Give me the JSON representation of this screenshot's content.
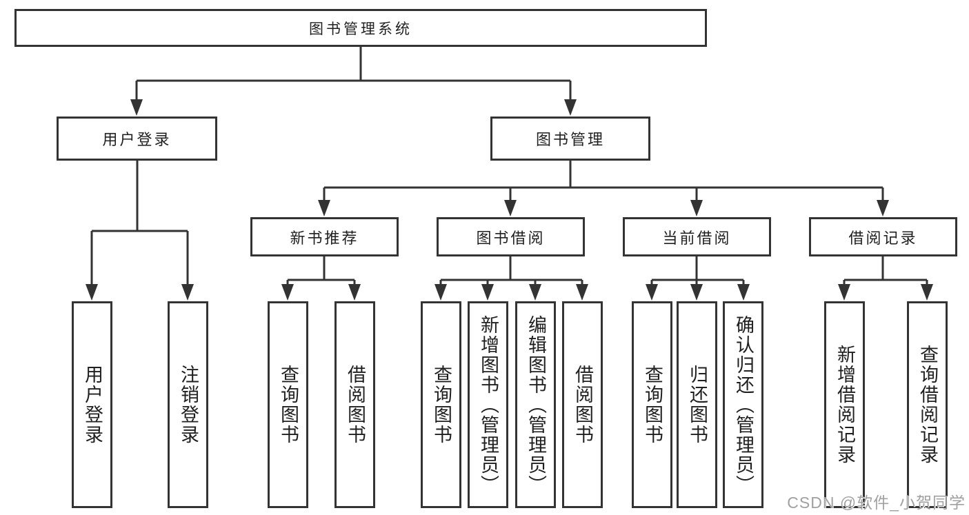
{
  "diagram": {
    "title": "图书管理系统",
    "nodes": {
      "root": {
        "label": "图书管理系统"
      },
      "user_login": {
        "label": "用户登录"
      },
      "book_mgmt": {
        "label": "图书管理"
      },
      "new_book_rec": {
        "label": "新书推荐"
      },
      "book_borrow": {
        "label": "图书借阅"
      },
      "current_borrow": {
        "label": "当前借阅"
      },
      "borrow_records": {
        "label": "借阅记录"
      },
      "leaf_user_login": {
        "label": "用户登录"
      },
      "leaf_logout": {
        "label": "注销登录"
      },
      "leaf_query_books_rec": {
        "label": "查询图书"
      },
      "leaf_borrow_books_rec": {
        "label": "借阅图书"
      },
      "leaf_query_books_borrow": {
        "label": "查询图书"
      },
      "leaf_add_books": {
        "label": "新增图书（管理员）"
      },
      "leaf_edit_books": {
        "label": "编辑图书（管理员）"
      },
      "leaf_borrow_books_borrow": {
        "label": "借阅图书"
      },
      "leaf_query_books_current": {
        "label": "查询图书"
      },
      "leaf_return_books": {
        "label": "归还图书"
      },
      "leaf_confirm_return": {
        "label": "确认归还（管理员）"
      },
      "leaf_add_borrow_record": {
        "label": "新增借阅记录"
      },
      "leaf_query_borrow_record": {
        "label": "查询借阅记录"
      }
    },
    "hierarchy": {
      "图书管理系统": [
        "用户登录",
        "图书管理"
      ],
      "用户登录": [
        "用户登录",
        "注销登录"
      ],
      "图书管理": [
        "新书推荐",
        "图书借阅",
        "当前借阅",
        "借阅记录"
      ],
      "新书推荐": [
        "查询图书",
        "借阅图书"
      ],
      "图书借阅": [
        "查询图书",
        "新增图书（管理员）",
        "编辑图书（管理员）",
        "借阅图书"
      ],
      "当前借阅": [
        "查询图书",
        "归还图书",
        "确认归还（管理员）"
      ],
      "借阅记录": [
        "新增借阅记录",
        "查询借阅记录"
      ]
    },
    "colors": {
      "line": "#333333",
      "text": "#1f1f1f",
      "background": "#ffffff",
      "watermark": "#a0a0a0"
    }
  },
  "watermark": {
    "text": "CSDN @软件_小贺同学"
  }
}
